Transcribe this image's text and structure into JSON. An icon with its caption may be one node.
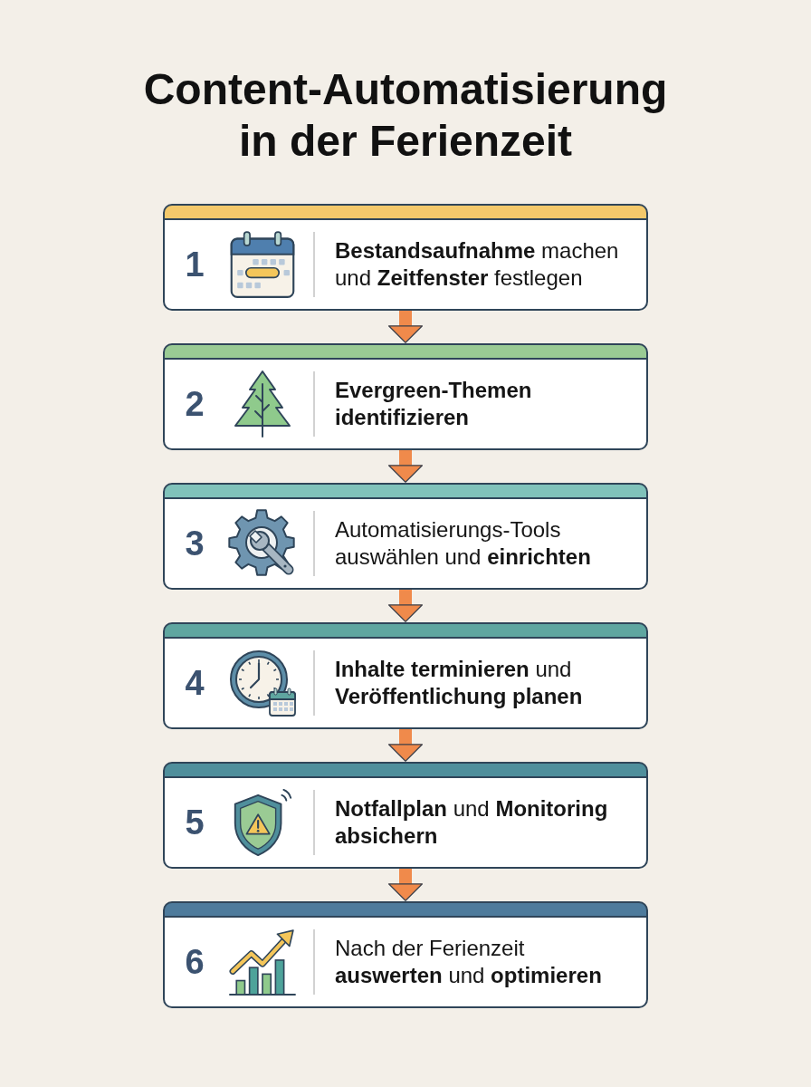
{
  "diagram": {
    "title": "Content-Automatisierung in der Ferienzeit",
    "nodes": [
      {
        "text": [
          "1",
          "**Bestandsaufnahme** machen und **Zeitfenster** festlegen"
        ]
      },
      {
        "text": [
          "2",
          "Evergreen-Themen identifizieren"
        ]
      },
      {
        "text": [
          "3",
          "Automatisierungs-Tools auswählen und **einrichten**"
        ]
      },
      {
        "text": [
          "4",
          "**Inhalte terminieren** und **Veröffentlichung planen**"
        ]
      },
      {
        "text": [
          "5",
          "**Notfallplan** und **Monitoring absichern**"
        ]
      },
      {
        "text": [
          "6",
          "Nach der Ferienzeit **auswerten** und **optimieren**"
        ]
      }
    ],
    "edges": [
      {
        "from": 0,
        "to": 1,
        "arrow": "to"
      },
      {
        "from": 1,
        "to": 2,
        "arrow": "to"
      },
      {
        "from": 2,
        "to": 3,
        "arrow": "to"
      },
      {
        "from": 3,
        "to": 4,
        "arrow": "to"
      },
      {
        "from": 4,
        "to": 5,
        "arrow": "to"
      }
    ]
  }
}
